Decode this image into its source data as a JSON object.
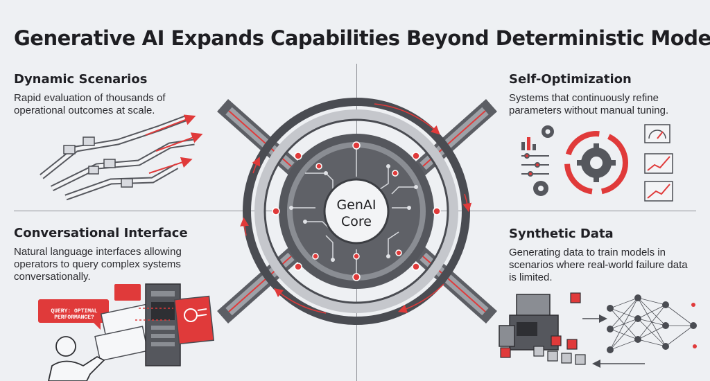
{
  "title": "Generative AI Expands Capabilities Beyond Deterministic Models",
  "core": {
    "label": "GenAI\nCore"
  },
  "quadrants": {
    "top_left": {
      "title": "Dynamic Scenarios",
      "description": "Rapid evaluation of thousands of\noperational outcomes at scale."
    },
    "top_right": {
      "title": "Self-Optimization",
      "description": "Systems that continuously refine\nparameters without manual tuning."
    },
    "bottom_left": {
      "title": "Conversational Interface",
      "description": "Natural language interfaces allowing\noperators to query complex systems\nconversationally.",
      "speech_bubble": "QUERY: OPTIMAL\nPERFORMANCE?"
    },
    "bottom_right": {
      "title": "Synthetic Data",
      "description": "Generating data to train models in\nscenarios where real-world failure data\nis limited."
    }
  },
  "colors": {
    "accent": "#e03a3a",
    "dark": "#4a4c52",
    "ring": "#6c6f75",
    "background": "#eef0f3"
  },
  "icons": [
    "gear-icon",
    "gauge-icon",
    "bar-chart-icon",
    "server-icon",
    "neural-network-icon",
    "cube-icon",
    "person-icon",
    "chat-bubble-icon",
    "arrow-icon"
  ]
}
